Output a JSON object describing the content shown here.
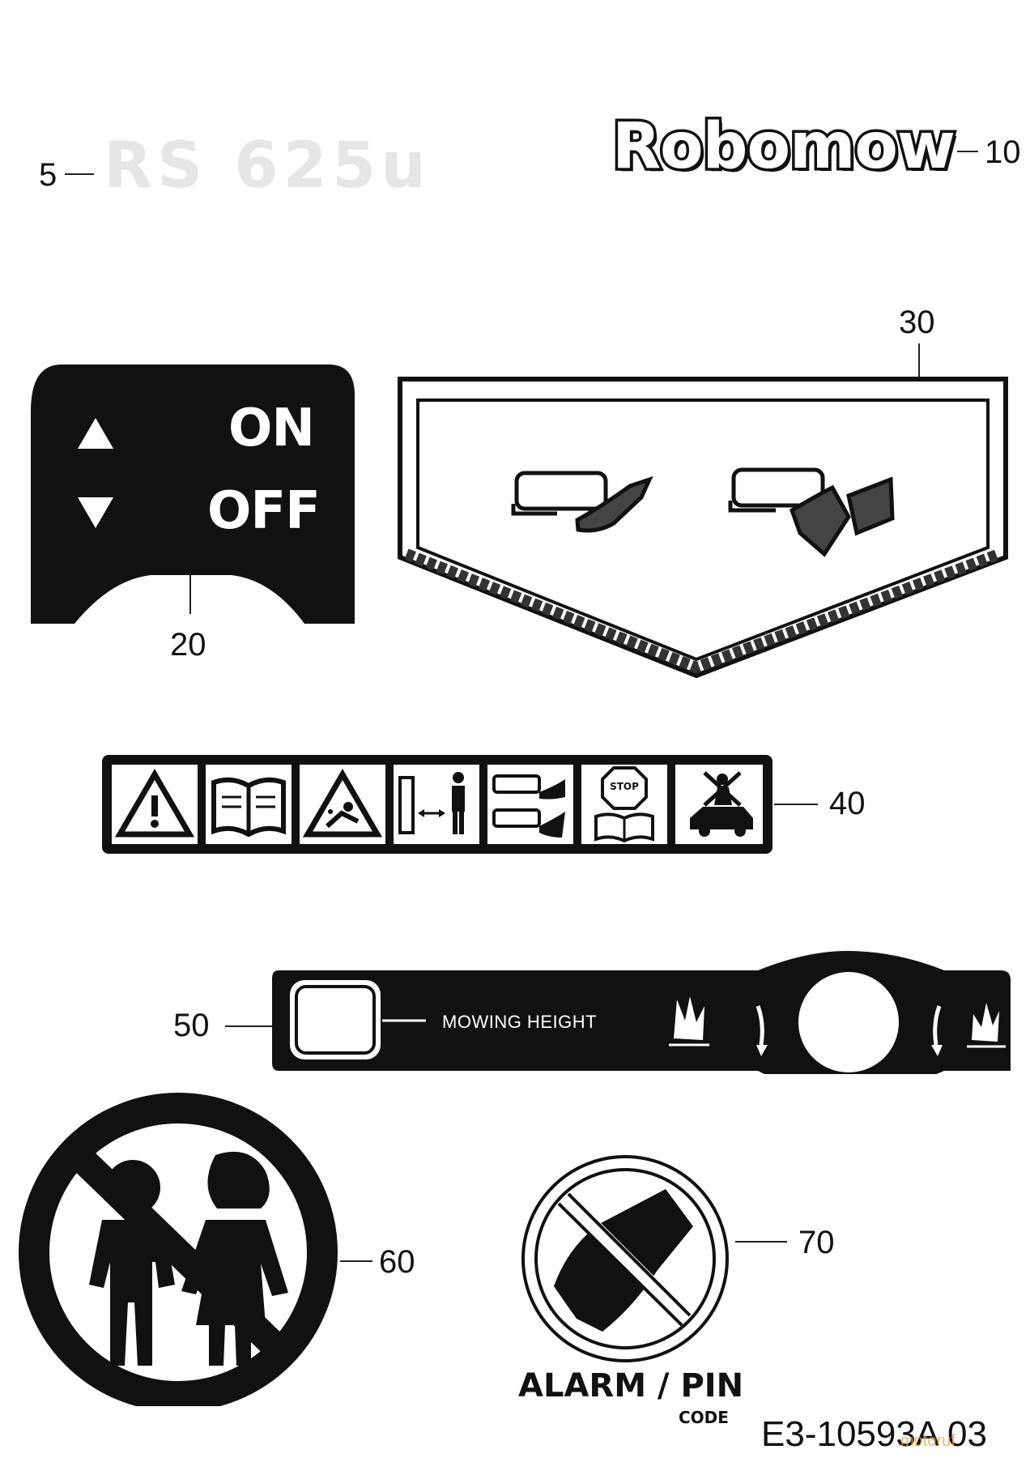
{
  "callouts": {
    "c5": "5",
    "c10": "10",
    "c20": "20",
    "c30": "30",
    "c40": "40",
    "c50": "50",
    "c60": "60",
    "c70": "70"
  },
  "decal5": {
    "text": "RS 625u"
  },
  "decal10": {
    "brand": "Robomow"
  },
  "decal20": {
    "on_label": "ON",
    "off_label": "OFF"
  },
  "decal40": {
    "stop_sign": "STOP"
  },
  "decal50": {
    "label": "MOWING HEIGHT"
  },
  "decal70": {
    "line1": "ALARM / PIN",
    "line2": "CODE"
  },
  "footer": {
    "doc_number": "E3-10593A 03",
    "watermark": "motoruf"
  },
  "colors": {
    "ink": "#111111",
    "paper": "#ffffff",
    "watermark": "#e7a94a"
  }
}
